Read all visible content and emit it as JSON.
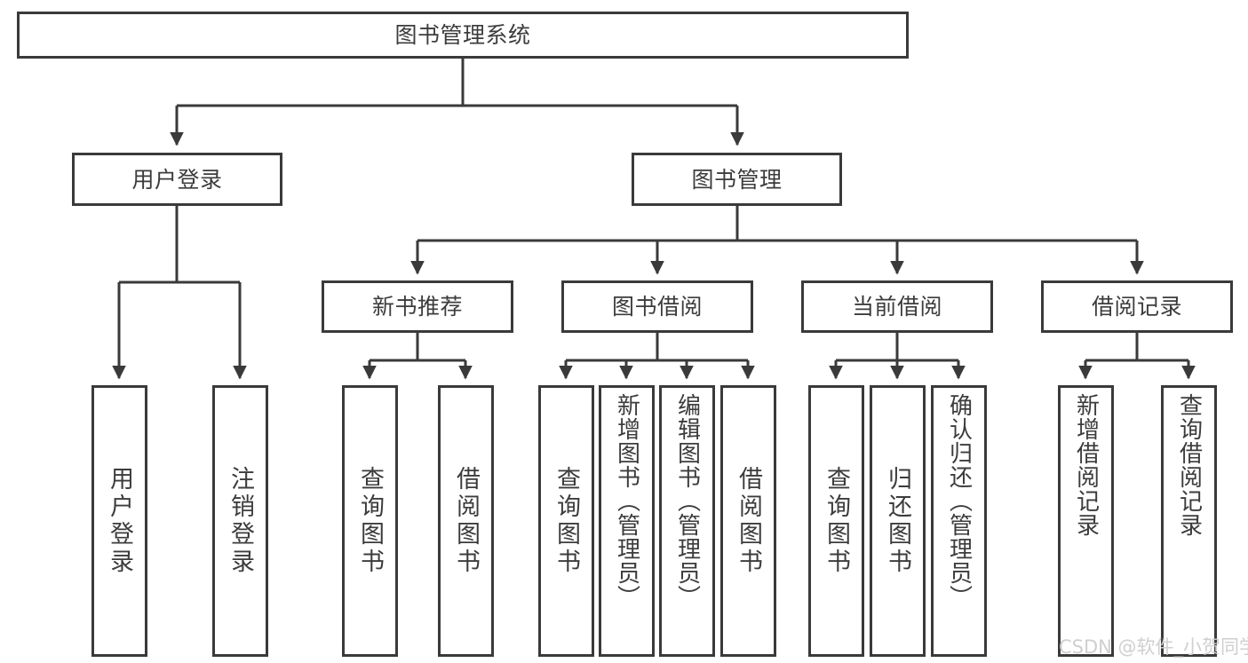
{
  "diagram": {
    "type": "tree-hierarchy-functional-structure",
    "background_color": "#ffffff",
    "line_color": "#3a3a3a",
    "text_color": "#3c3c3c"
  },
  "root": {
    "label": "图书管理系统"
  },
  "level2": [
    {
      "label": "用户登录"
    },
    {
      "label": "图书管理"
    }
  ],
  "level3": [
    {
      "label": "新书推荐"
    },
    {
      "label": "图书借阅"
    },
    {
      "label": "当前借阅"
    },
    {
      "label": "借阅记录"
    }
  ],
  "leaves": {
    "user_login": [
      {
        "label": "用户登录"
      },
      {
        "label": "注销登录"
      }
    ],
    "new_book_recommend": [
      {
        "label": "查询图书"
      },
      {
        "label": "借阅图书"
      }
    ],
    "book_borrow": [
      {
        "label": "查询图书"
      },
      {
        "label": "新增图书（管理员）"
      },
      {
        "label": "编辑图书（管理员）"
      },
      {
        "label": "借阅图书"
      }
    ],
    "current_borrow": [
      {
        "label": "查询图书"
      },
      {
        "label": "归还图书"
      },
      {
        "label": "确认归还（管理员）"
      }
    ],
    "borrow_record": [
      {
        "label": "新增借阅记录"
      },
      {
        "label": "查询借阅记录"
      }
    ]
  },
  "watermark": {
    "text": "CSDN @软件_小贺同学"
  }
}
